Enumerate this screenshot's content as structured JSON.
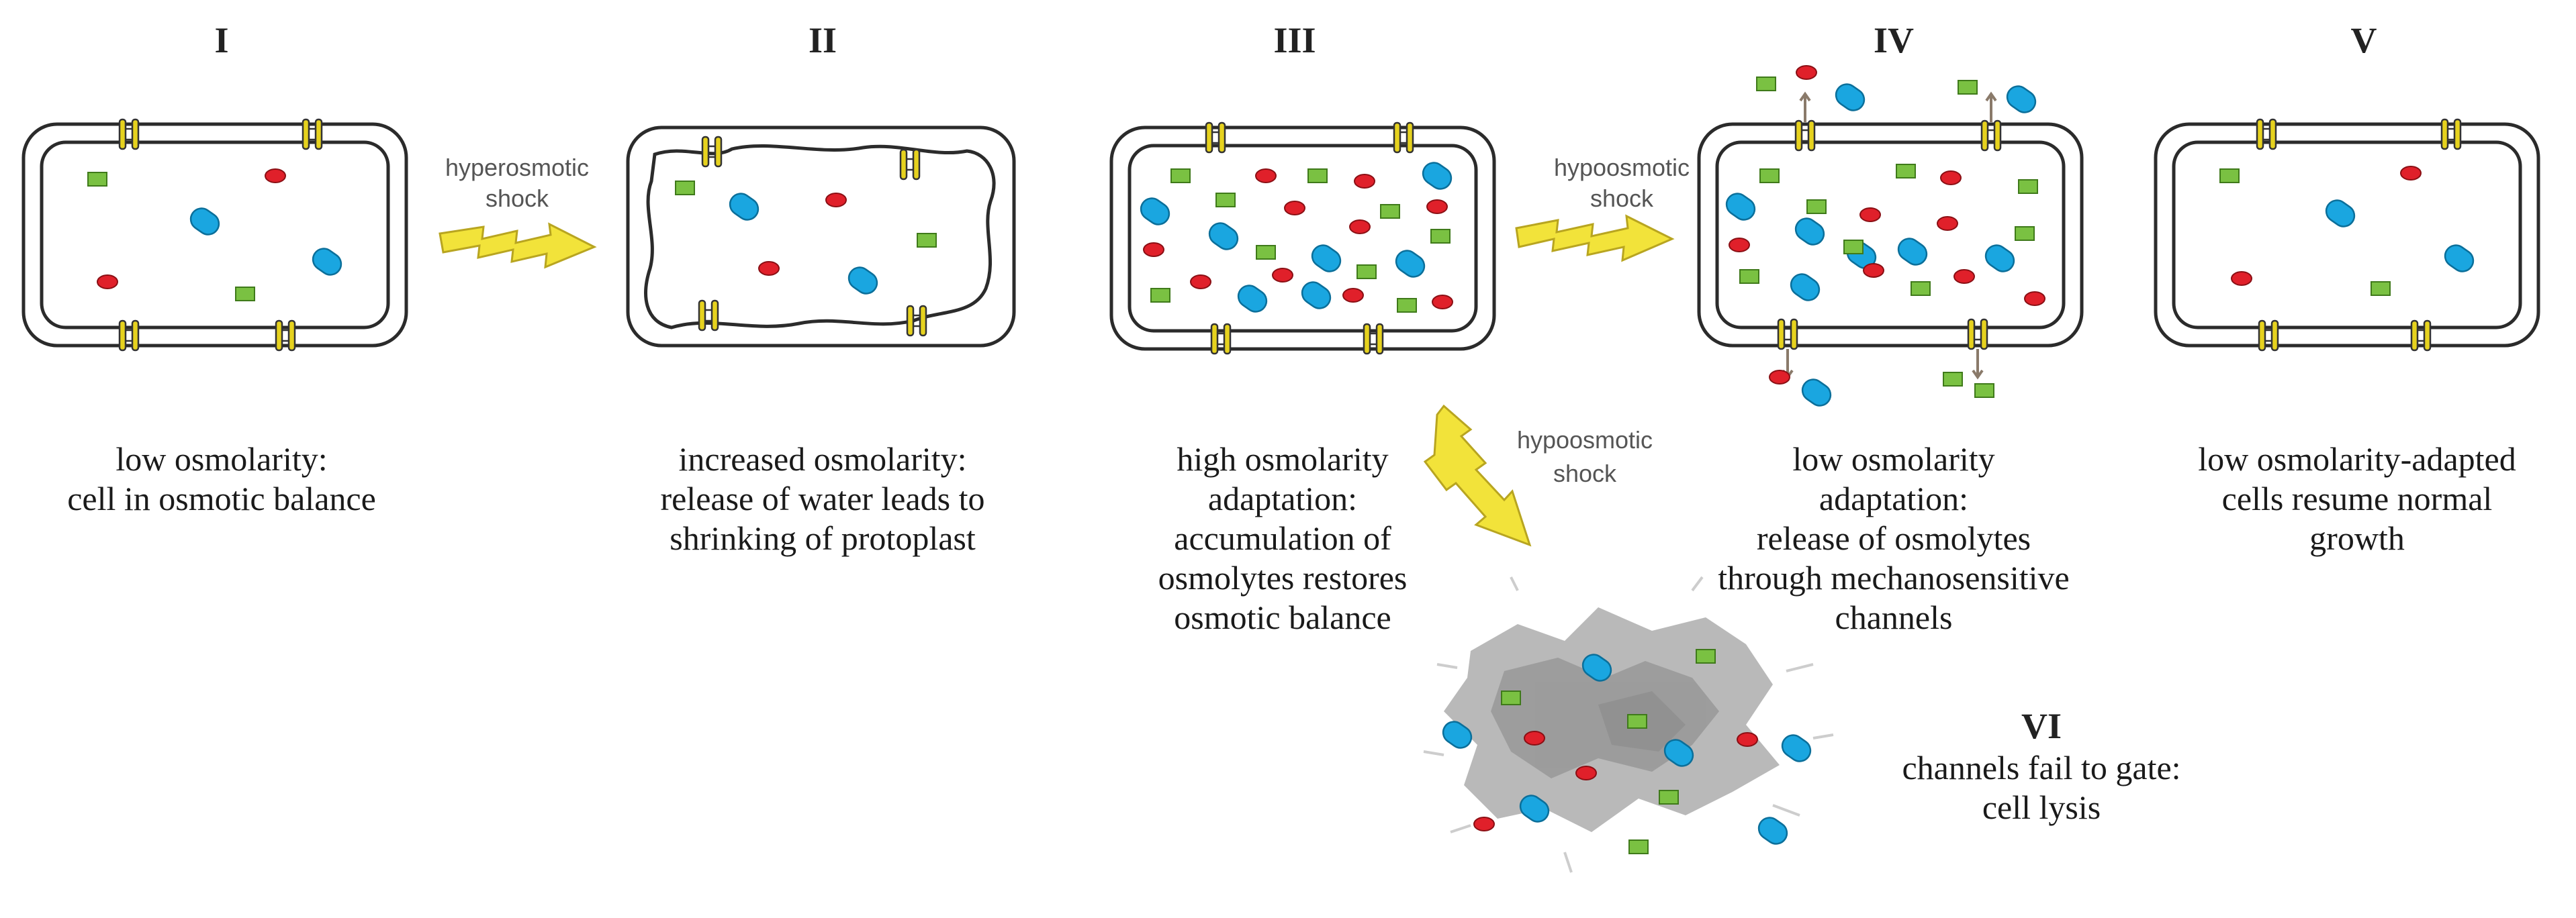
{
  "colors": {
    "cell_wall": "#2b2b2b",
    "channel": "#e6d21e",
    "osmolyte_blue": "#1aa6e0",
    "osmolyte_red": "#e0202a",
    "osmolyte_green": "#7ac142",
    "shock_arrow": "#f2e33a",
    "lysis_debris": "#9a9a9a"
  },
  "icons": [
    "mechanosensitive-channel-icon",
    "lightning-arrow-icon",
    "osmolyte-blue-icon",
    "osmolyte-red-icon",
    "osmolyte-green-icon"
  ],
  "stages": [
    {
      "numeral": "I",
      "caption_lines": [
        "low osmolarity:",
        "cell in osmotic balance"
      ]
    },
    {
      "numeral": "II",
      "caption_lines": [
        "increased osmolarity:",
        "release of water leads to",
        "shrinking of protoplast"
      ]
    },
    {
      "numeral": "III",
      "caption_lines": [
        "high osmolarity",
        "adaptation:",
        "accumulation of",
        "osmolytes restores",
        "osmotic balance"
      ]
    },
    {
      "numeral": "IV",
      "caption_lines": [
        "low osmolarity",
        "adaptation:",
        "release of osmolytes",
        "through mechanosensitive",
        "channels"
      ]
    },
    {
      "numeral": "V",
      "caption_lines": [
        "low osmolarity-adapted",
        "cells resume normal",
        "growth"
      ]
    }
  ],
  "lysis": {
    "numeral": "VI",
    "caption_lines": [
      "channels fail to gate:",
      "cell lysis"
    ]
  },
  "arrows": [
    {
      "label_lines": [
        "hyperosmotic",
        "shock"
      ]
    },
    {
      "label_lines": [
        "hypoosmotic",
        "shock"
      ]
    },
    {
      "label_lines": [
        "hypoosmotic",
        "shock"
      ]
    }
  ]
}
